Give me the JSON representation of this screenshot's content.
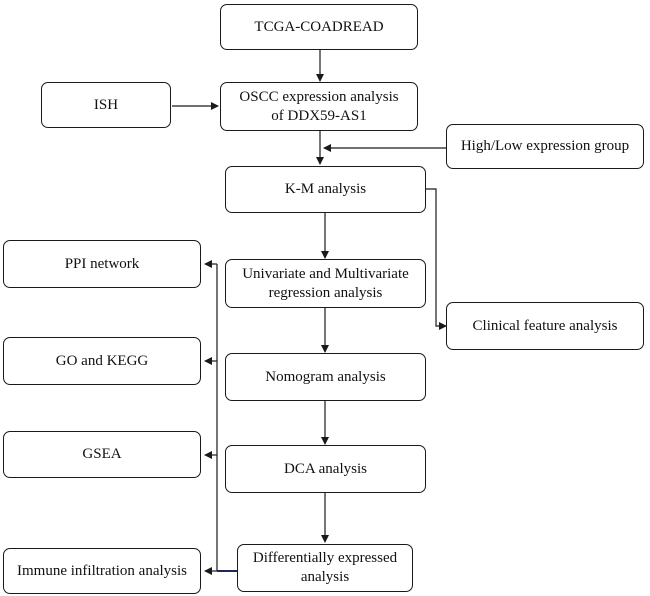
{
  "nodes": {
    "tcga": "TCGA-COADREAD",
    "ish": "ISH",
    "oscc_line1": "OSCC expression analysis",
    "oscc_line2": "of DDX59-AS1",
    "highlow": "High/Low expression group",
    "km": "K-M analysis",
    "ppi": "PPI network",
    "uni_line1": "Univariate and Multivariate",
    "uni_line2": "regression analysis",
    "clinical": "Clinical feature analysis",
    "go": "GO and KEGG",
    "nomogram": "Nomogram analysis",
    "gsea": "GSEA",
    "dca": "DCA analysis",
    "immune": "Immune infiltration analysis",
    "diff_line1": "Differentially expressed",
    "diff_line2": "analysis"
  },
  "colors": {
    "line": "#1a1a1a",
    "accent_line": "#1f2a5a"
  }
}
